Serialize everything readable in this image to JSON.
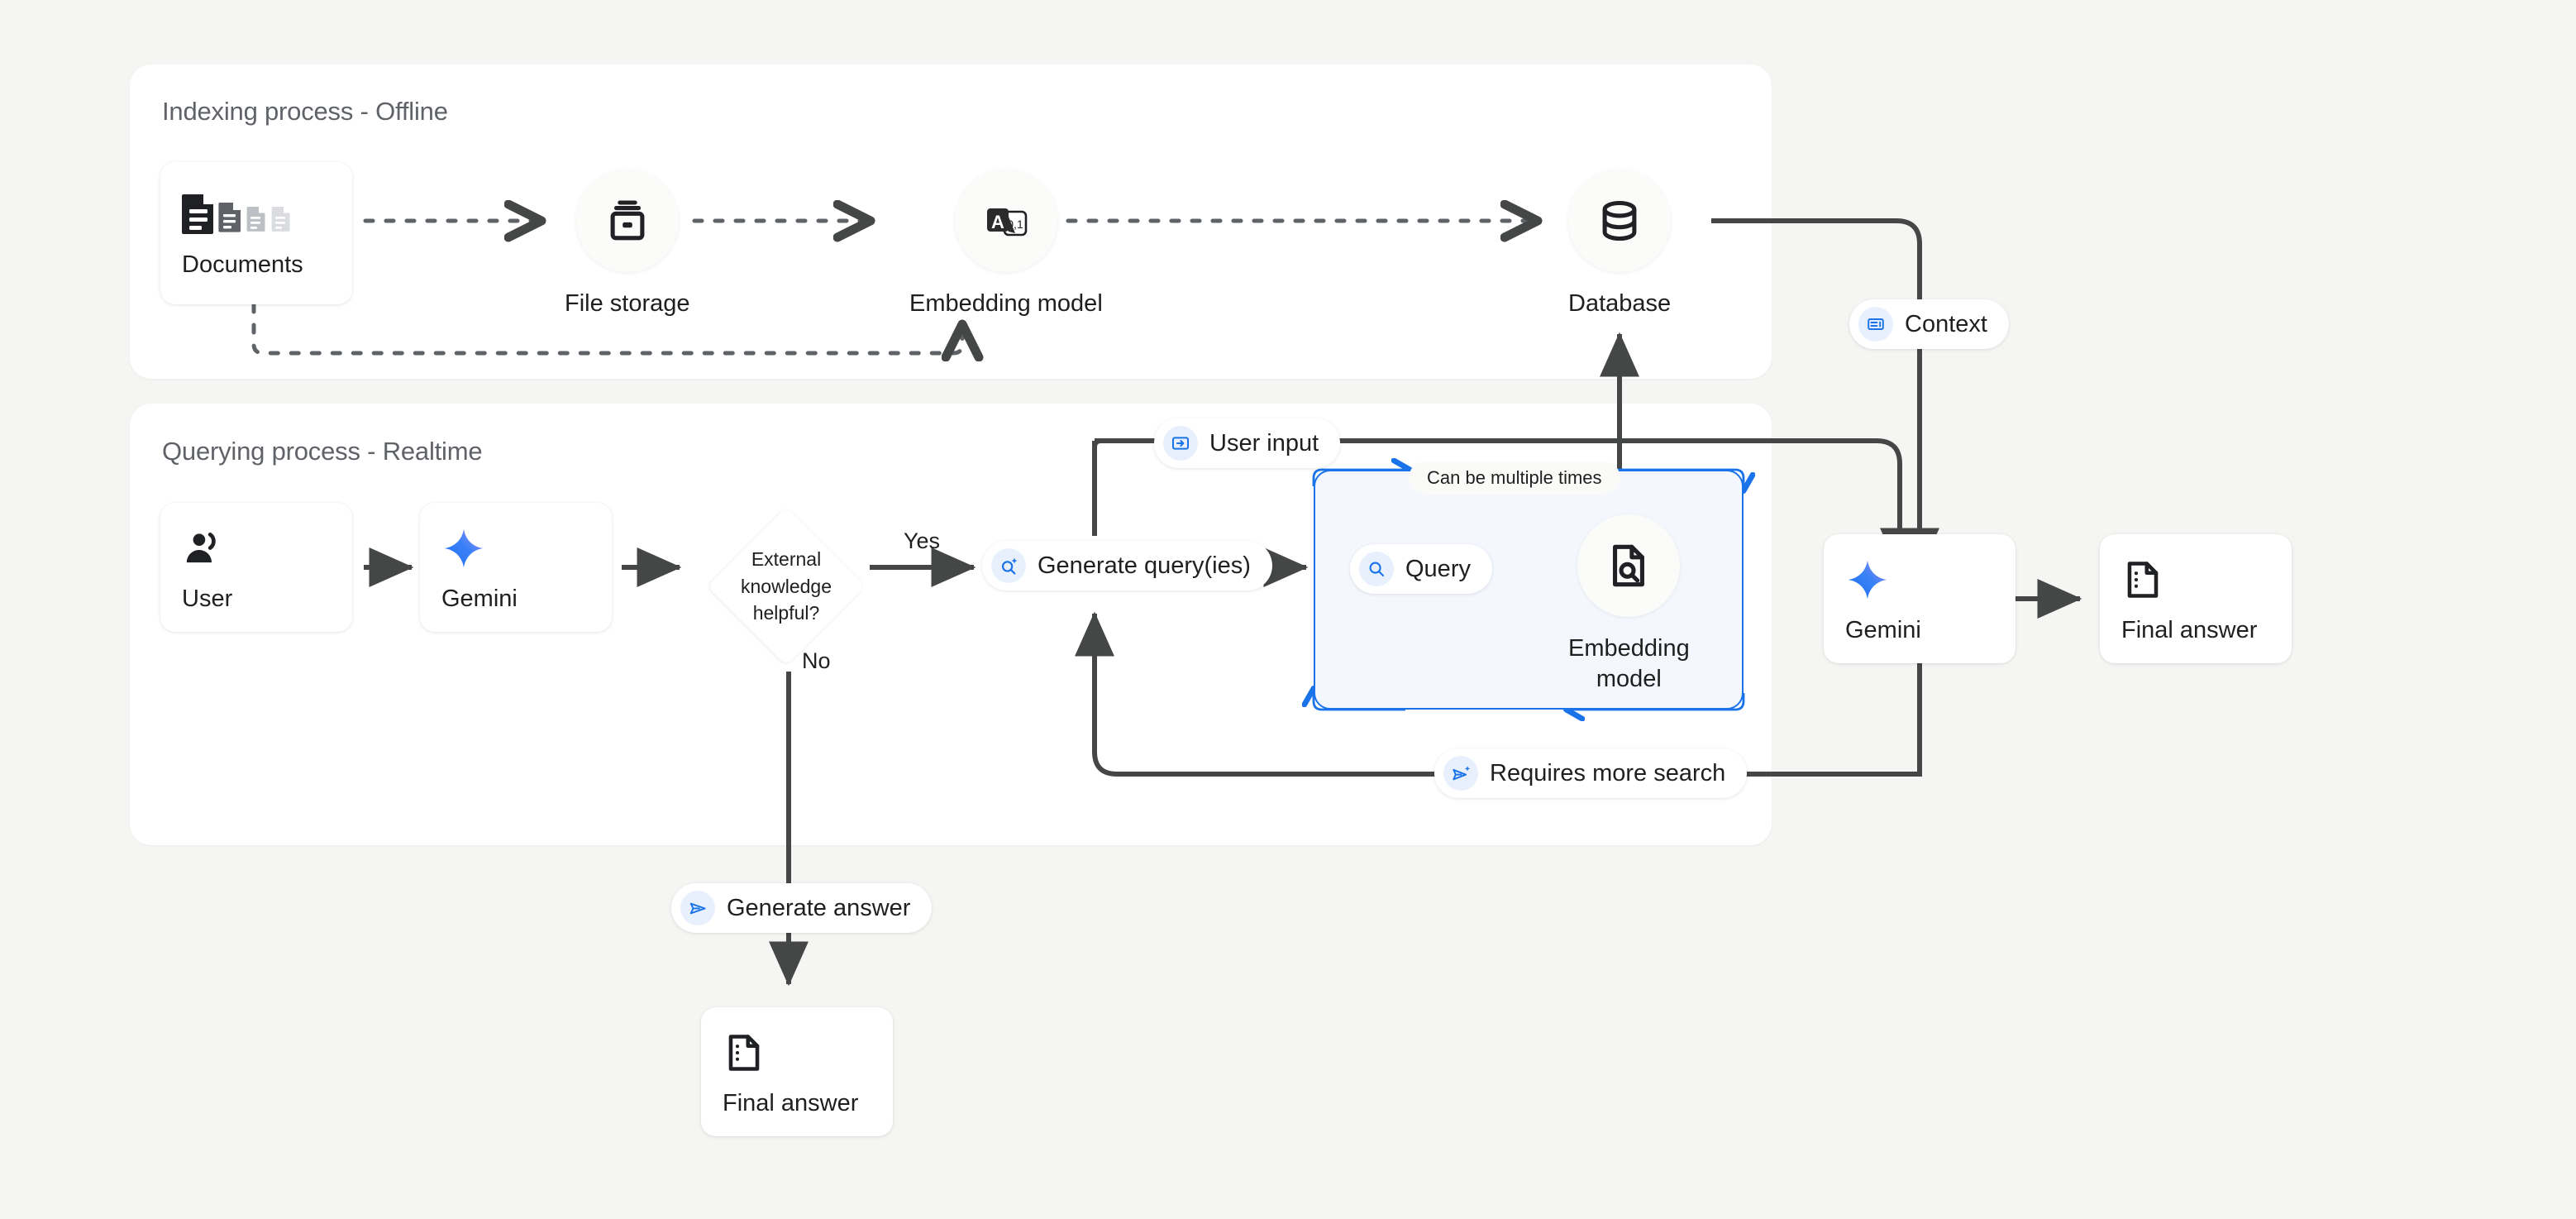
{
  "canvas": {
    "background": "#f5f5f3",
    "accent_blue": "#1a73e8",
    "line_gray": "#444746"
  },
  "panels": [
    {
      "id": "indexing",
      "title": "Indexing process - Offline"
    },
    {
      "id": "querying",
      "title": "Querying process - Realtime"
    }
  ],
  "indexing": {
    "documents": {
      "label": "Documents",
      "icon": "documents-icon"
    },
    "file_storage": {
      "label": "File storage",
      "icon": "file-storage-icon"
    },
    "embedding_model": {
      "label": "Embedding model",
      "icon": "embedding-model-icon",
      "icon_text_a": "A",
      "icon_text_bits": "0,1"
    },
    "database": {
      "label": "Database",
      "icon": "database-icon"
    }
  },
  "querying": {
    "user": {
      "label": "User",
      "icon": "user-icon"
    },
    "gemini_left": {
      "label": "Gemini",
      "icon": "gemini-sparkle-icon"
    },
    "decision": {
      "line1": "External",
      "line2": "knowledge",
      "line3": "helpful?"
    },
    "yes_label": "Yes",
    "no_label": "No",
    "generate_queries": {
      "label": "Generate query(ies)",
      "icon": "search-sparkle-icon"
    },
    "query": {
      "label": "Query",
      "icon": "search-icon"
    },
    "embedding_model_loop": {
      "label_line1": "Embedding",
      "label_line2": "model",
      "icon": "document-search-icon"
    },
    "loop_note": "Can be multiple times",
    "user_input": {
      "label": "User input",
      "icon": "input-login-icon"
    },
    "requires_more_search": {
      "label": "Requires more search",
      "icon": "send-sparkle-icon"
    },
    "generate_answer": {
      "label": "Generate answer",
      "icon": "send-icon"
    },
    "context": {
      "label": "Context",
      "icon": "context-panel-icon"
    },
    "gemini_right": {
      "label": "Gemini",
      "icon": "gemini-sparkle-icon"
    },
    "final_answer_right": {
      "label": "Final answer",
      "icon": "final-answer-icon"
    },
    "final_answer_bottom": {
      "label": "Final answer",
      "icon": "final-answer-icon"
    }
  }
}
